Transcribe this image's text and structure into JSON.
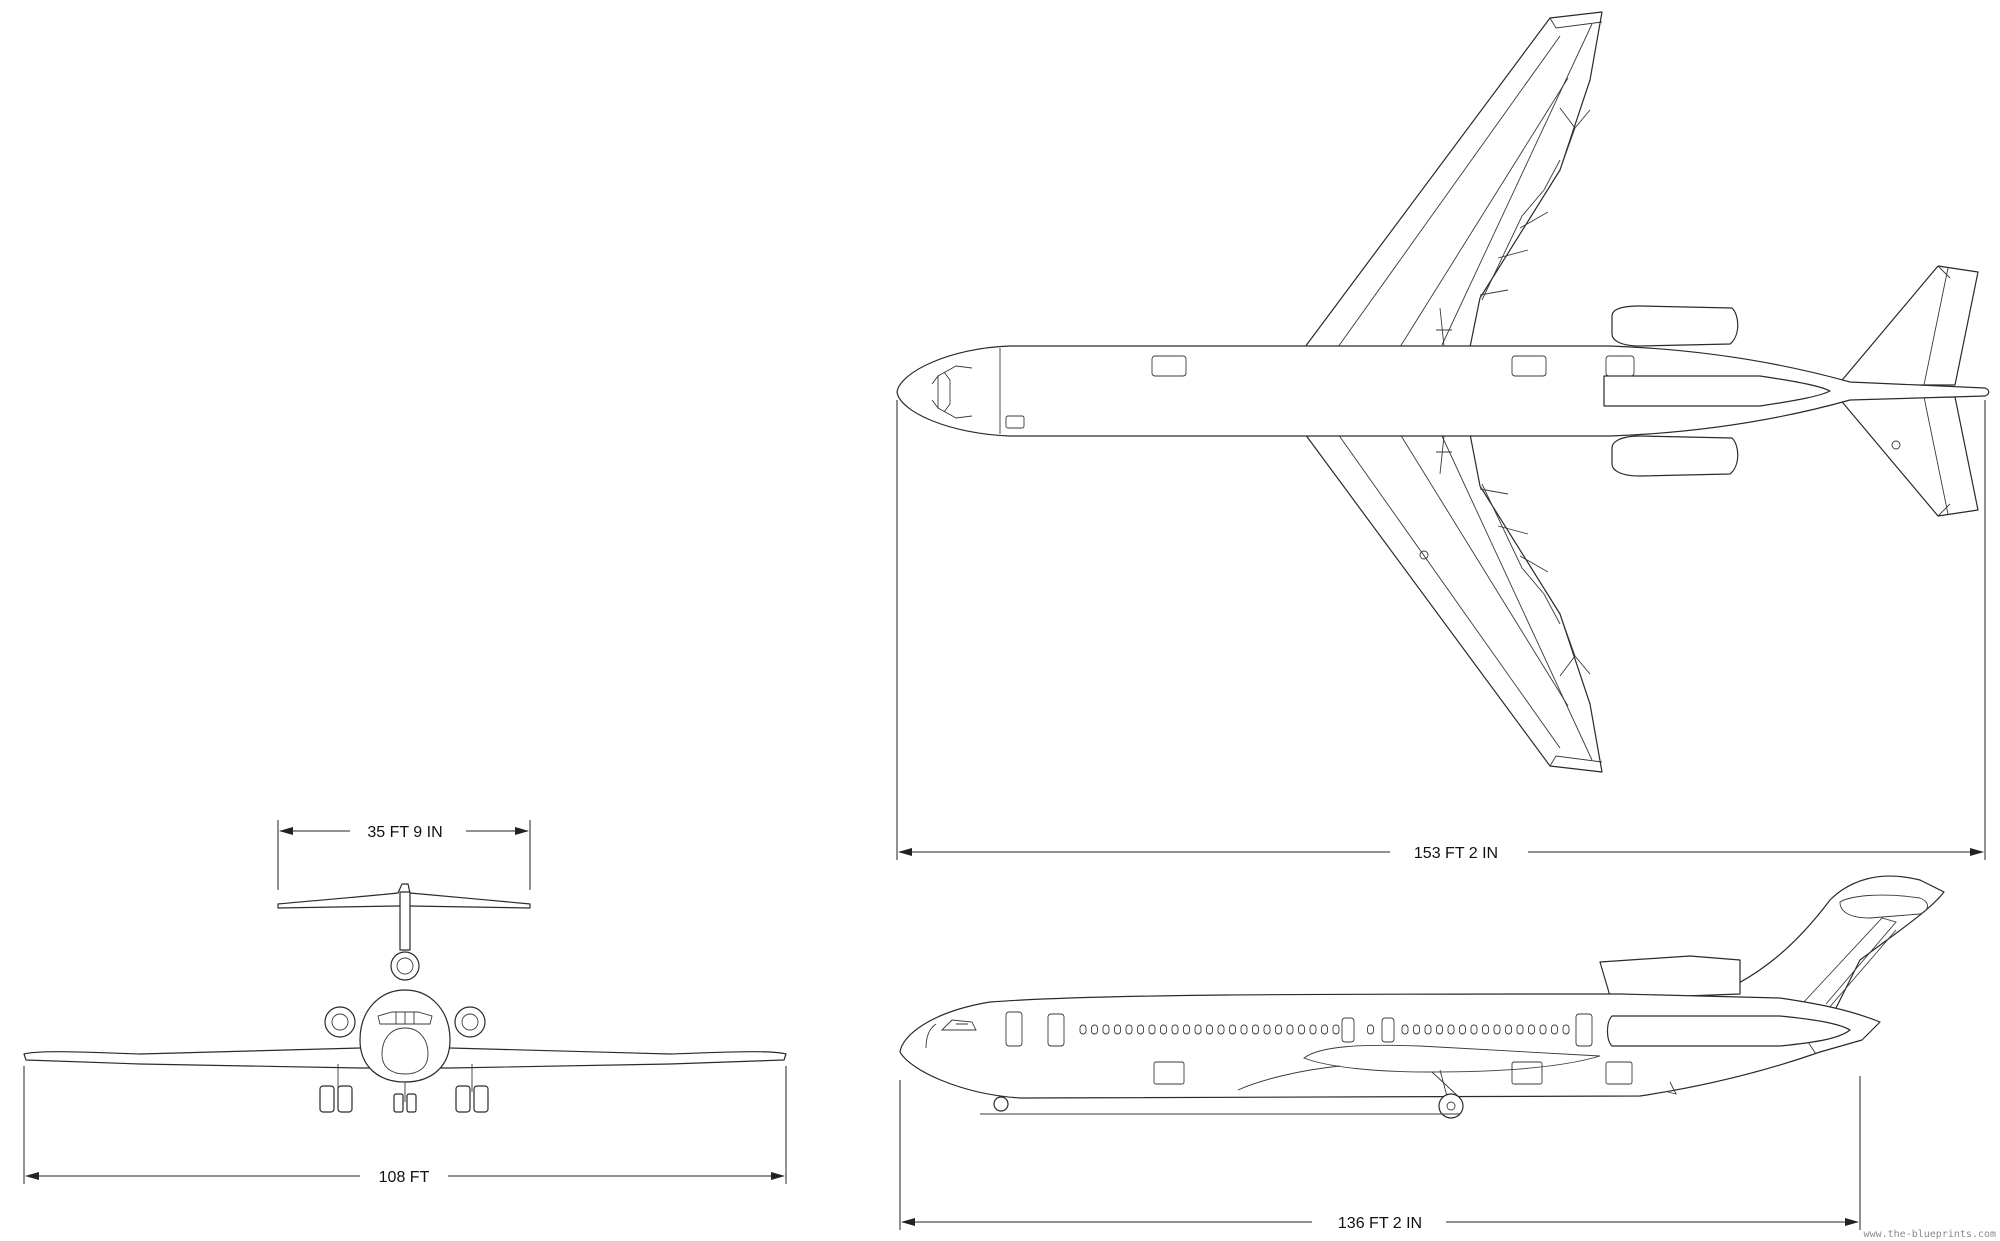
{
  "dimensions": {
    "front_tail_span": "35 FT 9 IN",
    "wingspan": "108 FT",
    "top_length": "153 FT 2 IN",
    "side_length": "136 FT 2 IN"
  },
  "watermark": "www.the-blueprints.com"
}
